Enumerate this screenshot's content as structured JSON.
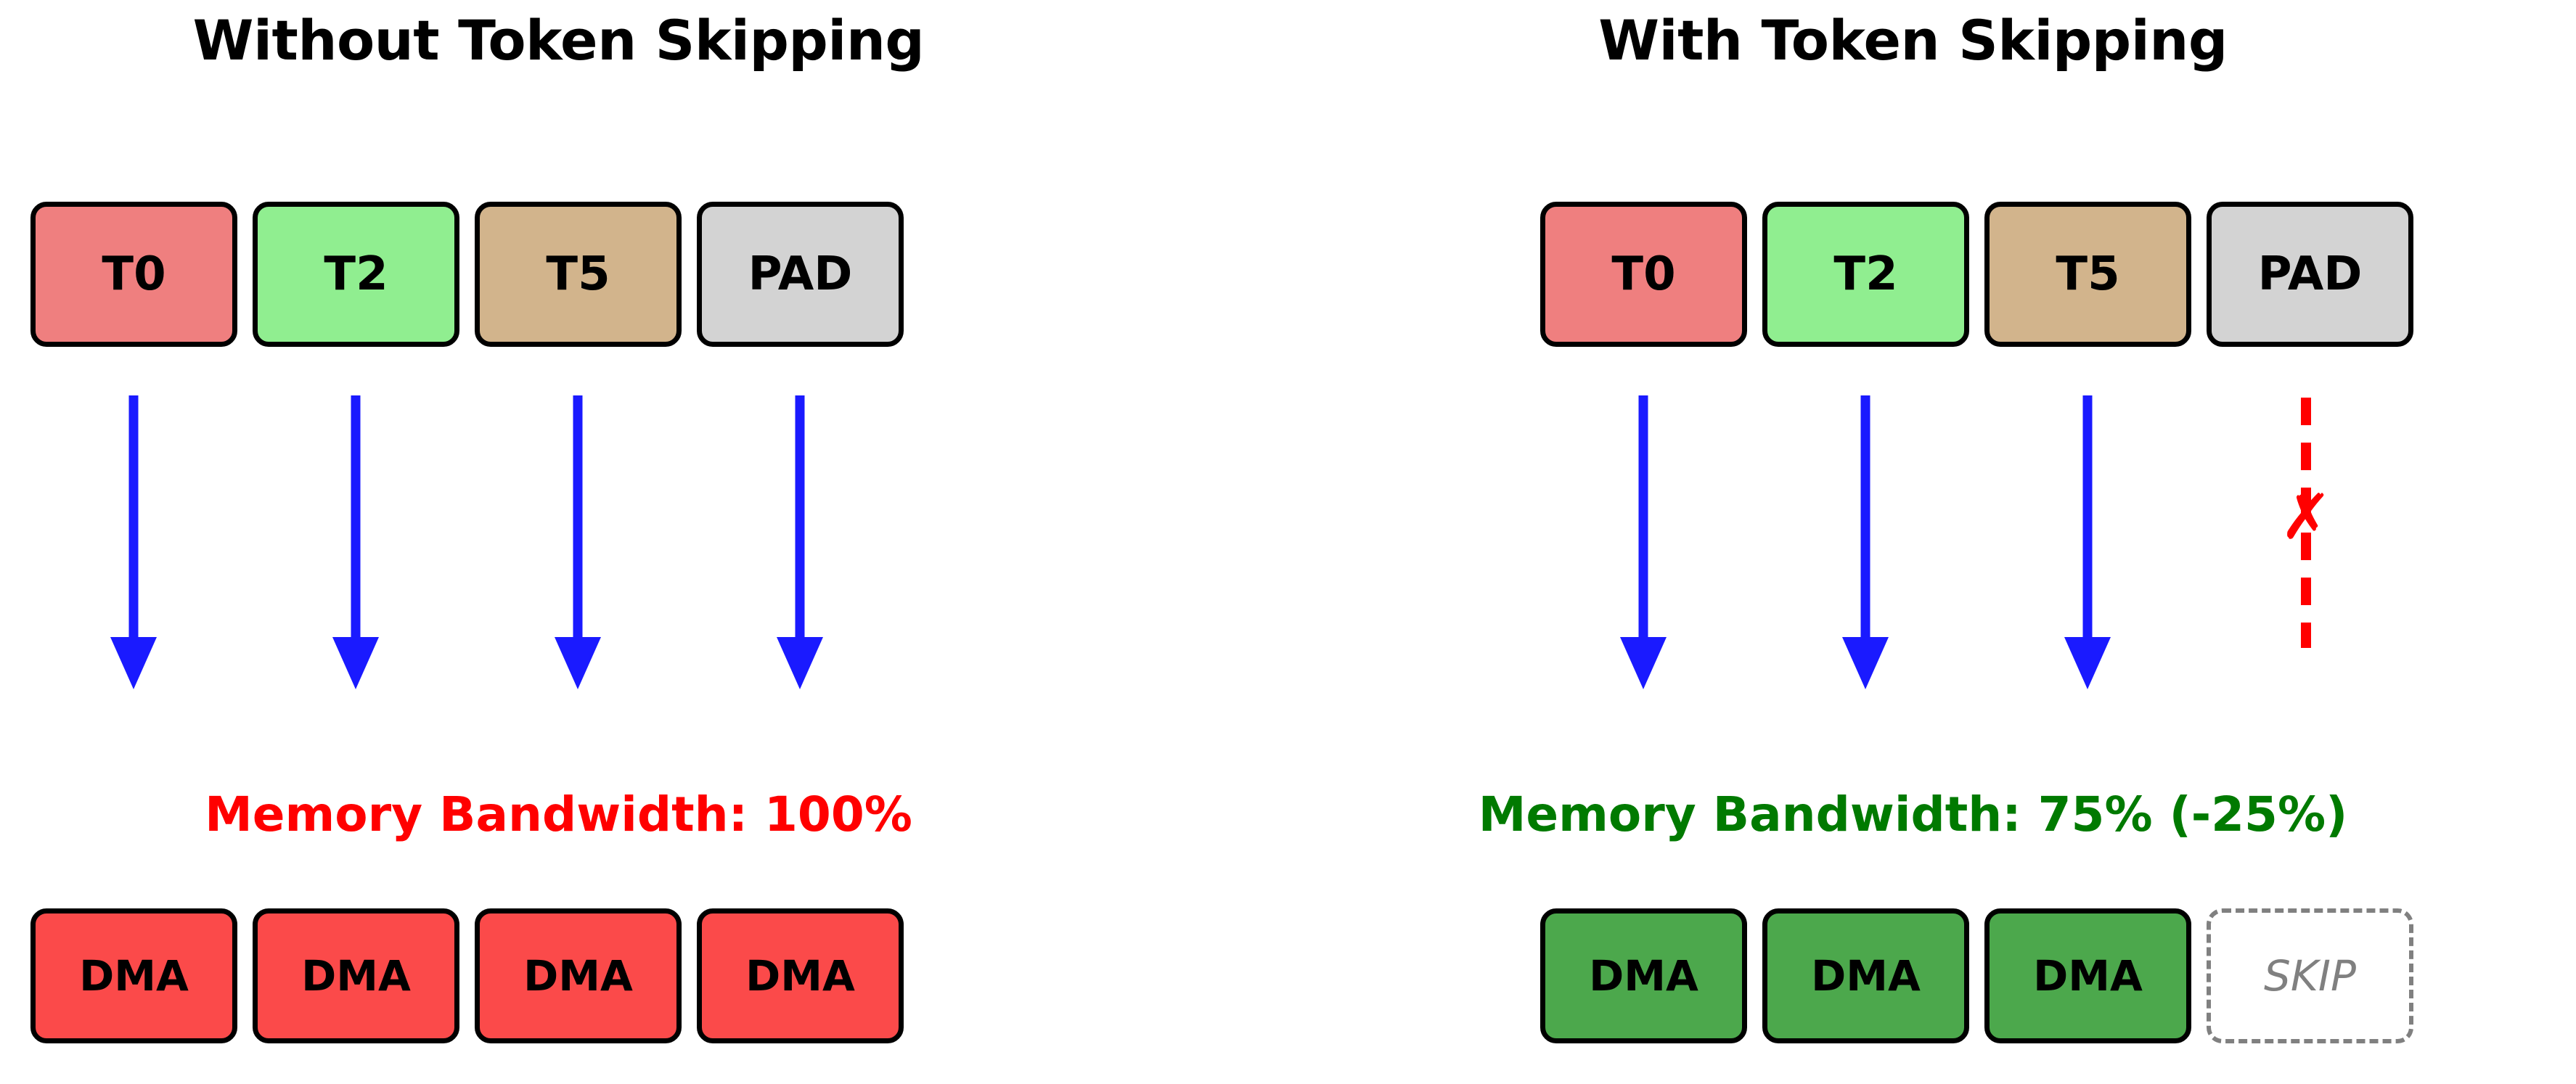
{
  "figure": {
    "background": "#ffffff",
    "type": "diagram",
    "subject": "Token skipping memory bandwidth comparison"
  },
  "panels": [
    {
      "id": "without-token-skipping",
      "title": "Without Token Skipping",
      "tokens": [
        {
          "label": "T0",
          "color": "#ef7f7f",
          "border": "#000000"
        },
        {
          "label": "T2",
          "color": "#90ee90",
          "border": "#000000"
        },
        {
          "label": "T5",
          "color": "#d2b48c",
          "border": "#000000"
        },
        {
          "label": "PAD",
          "color": "#d3d3d3",
          "border": "#000000"
        }
      ],
      "arrows": [
        {
          "style": "solid",
          "color": "#1a1aff",
          "head": true,
          "marked": false
        },
        {
          "style": "solid",
          "color": "#1a1aff",
          "head": true,
          "marked": false
        },
        {
          "style": "solid",
          "color": "#1a1aff",
          "head": true,
          "marked": false
        },
        {
          "style": "solid",
          "color": "#1a1aff",
          "head": true,
          "marked": false
        }
      ],
      "bandwidth_label": "Memory Bandwidth: 100%",
      "bandwidth_color": "#ff0000",
      "bandwidth_percent": 100,
      "dma": [
        {
          "label": "DMA",
          "color": "#fb4a4a",
          "style": "solid"
        },
        {
          "label": "DMA",
          "color": "#fb4a4a",
          "style": "solid"
        },
        {
          "label": "DMA",
          "color": "#fb4a4a",
          "style": "solid"
        },
        {
          "label": "DMA",
          "color": "#fb4a4a",
          "style": "solid"
        }
      ]
    },
    {
      "id": "with-token-skipping",
      "title": "With Token Skipping",
      "tokens": [
        {
          "label": "T0",
          "color": "#ef7f7f",
          "border": "#000000"
        },
        {
          "label": "T2",
          "color": "#90ee90",
          "border": "#000000"
        },
        {
          "label": "T5",
          "color": "#d2b48c",
          "border": "#000000"
        },
        {
          "label": "PAD",
          "color": "#d3d3d3",
          "border": "#000000"
        }
      ],
      "arrows": [
        {
          "style": "solid",
          "color": "#1a1aff",
          "head": true,
          "marked": false
        },
        {
          "style": "solid",
          "color": "#1a1aff",
          "head": true,
          "marked": false
        },
        {
          "style": "solid",
          "color": "#1a1aff",
          "head": true,
          "marked": false
        },
        {
          "style": "dashed",
          "color": "#ff0000",
          "head": false,
          "marked": true,
          "mark": "✗"
        }
      ],
      "bandwidth_label": "Memory Bandwidth: 75% (-25%)",
      "bandwidth_color": "#007a00",
      "bandwidth_percent": 75,
      "bandwidth_delta": "-25%",
      "dma": [
        {
          "label": "DMA",
          "color": "#4ca84c",
          "style": "solid"
        },
        {
          "label": "DMA",
          "color": "#4ca84c",
          "style": "solid"
        },
        {
          "label": "DMA",
          "color": "#4ca84c",
          "style": "solid"
        },
        {
          "label": "SKIP",
          "color": "#ffffff",
          "style": "dashed",
          "text_color": "#808080"
        }
      ]
    }
  ]
}
